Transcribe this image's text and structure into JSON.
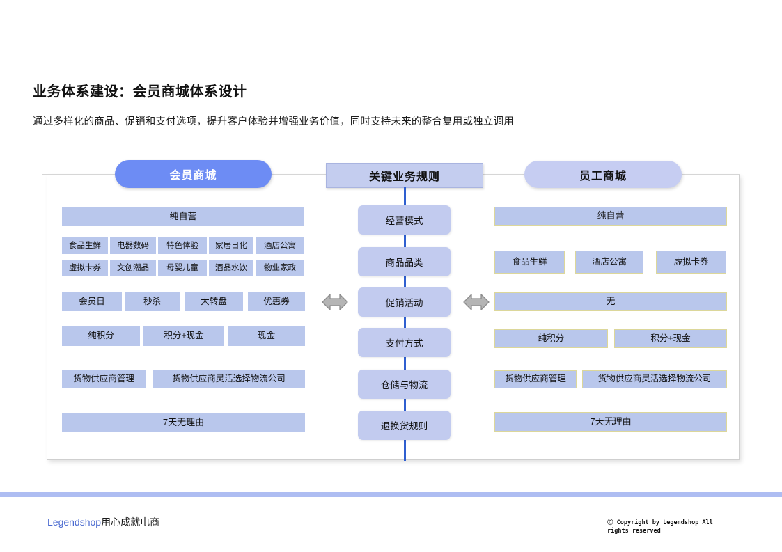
{
  "header": {
    "title": "业务体系建设：会员商城体系设计",
    "subtitle": "通过多样化的商品、促销和支付选项，提升客户体验并增强业务价值，同时支持未来的整合复用或独立调用"
  },
  "columns": {
    "left_header": "会员商城",
    "center_header": "关键业务规则",
    "right_header": "员工商城"
  },
  "center_rules": [
    "经营模式",
    "商品品类",
    "促销活动",
    "支付方式",
    "仓储与物流",
    "退换货规则"
  ],
  "member_mall": {
    "business_model": "纯自营",
    "categories_row1": [
      "食品生鲜",
      "电器数码",
      "特色体验",
      "家居日化",
      "酒店公寓"
    ],
    "categories_row2": [
      "虚拟卡券",
      "文创潮品",
      "母婴儿童",
      "酒品水饮",
      "物业家政"
    ],
    "promotions": [
      "会员日",
      "秒杀",
      "大转盘",
      "优惠券"
    ],
    "payments": [
      "纯积分",
      "积分+现金",
      "现金"
    ],
    "logistics": [
      "货物供应商管理",
      "货物供应商灵活选择物流公司"
    ],
    "returns": "7天无理由"
  },
  "employee_mall": {
    "business_model": "纯自营",
    "categories": [
      "食品生鲜",
      "酒店公寓",
      "虚拟卡券"
    ],
    "promotions": [
      "无"
    ],
    "payments": [
      "纯积分",
      "积分+现金"
    ],
    "logistics": [
      "货物供应商管理",
      "货物供应商灵活选择物流公司"
    ],
    "returns": "7天无理由"
  },
  "connectors": {
    "left_arrow": "double-arrow-icon",
    "right_arrow": "double-arrow-icon"
  },
  "footer": {
    "brand_en": "Legendshop",
    "brand_cn": "用心成就电商",
    "copyright": "Ⓒ Copyright by Legendshop All rights reserved"
  },
  "colors": {
    "accent_blue": "#6d8cf4",
    "box_fill": "#b9c7ec",
    "rule_fill": "#c2cbef",
    "spine": "#2f5fd0",
    "footer_bar": "#aebdf2",
    "yellow_border": "#dcd79a"
  }
}
